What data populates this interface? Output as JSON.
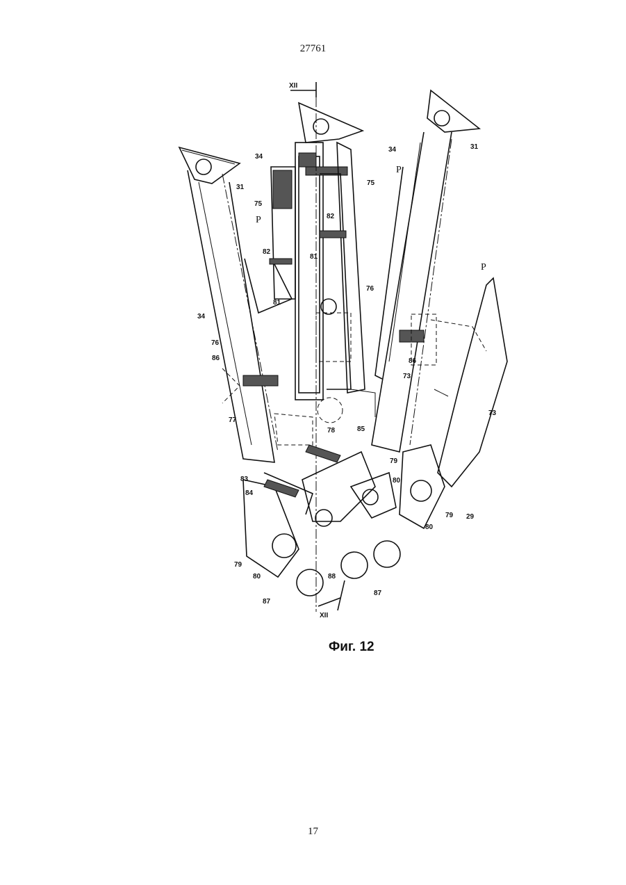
{
  "document_number": "27761",
  "page_number": "17",
  "figure_caption": "Фиг. 12",
  "labels": {
    "section_mark": "XII",
    "l31": "31",
    "l34": "34",
    "l75": "75",
    "lP": "P",
    "l82": "82",
    "l81": "81",
    "l76": "76",
    "l86": "86",
    "l77": "77",
    "l78": "78",
    "l85": "85",
    "l73": "73",
    "l79": "79",
    "l80": "80",
    "l83": "83",
    "l84": "84",
    "l29": "29",
    "l87": "87",
    "l88": "88"
  }
}
